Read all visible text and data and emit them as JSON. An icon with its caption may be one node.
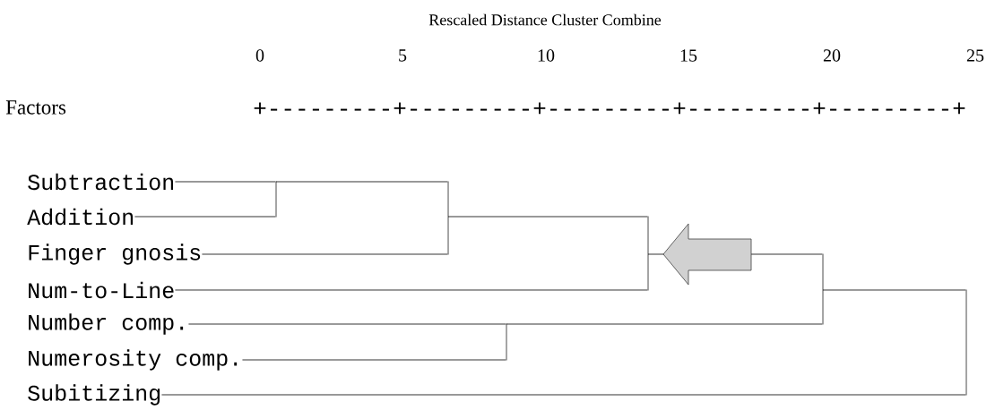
{
  "diagram": {
    "nodes": [
      {
        "text": [
          "Subtraction"
        ]
      },
      {
        "text": [
          "Addition"
        ]
      },
      {
        "text": [
          "Finger gnosis"
        ]
      },
      {
        "text": [
          "Num-to-Line"
        ]
      },
      {
        "text": [
          "Number comp."
        ]
      },
      {
        "text": [
          "Numerosity comp."
        ]
      },
      {
        "text": [
          "Subitizing"
        ]
      },
      {
        "text": [],
        "shape": "bar"
      },
      {
        "text": [],
        "shape": "bar"
      },
      {
        "text": [],
        "shape": "bar"
      },
      {
        "text": [],
        "shape": "bar"
      },
      {
        "text": [],
        "shape": "bar"
      },
      {
        "text": [],
        "shape": "bar"
      }
    ],
    "edges": [
      {
        "from": 0,
        "to": 7,
        "arrow": "none"
      },
      {
        "from": 1,
        "to": 7,
        "arrow": "none"
      },
      {
        "from": 7,
        "to": 8,
        "arrow": "none"
      },
      {
        "from": 2,
        "to": 8,
        "arrow": "none"
      },
      {
        "from": 8,
        "to": 9,
        "arrow": "none"
      },
      {
        "from": 3,
        "to": 9,
        "arrow": "none"
      },
      {
        "from": 9,
        "to": 11,
        "arrow": "none"
      },
      {
        "from": 4,
        "to": 10,
        "arrow": "none"
      },
      {
        "from": 5,
        "to": 10,
        "arrow": "none"
      },
      {
        "from": 10,
        "to": 11,
        "arrow": "none"
      },
      {
        "from": 11,
        "to": 12,
        "arrow": "none"
      },
      {
        "from": 6,
        "to": 12,
        "arrow": "none"
      }
    ],
    "labels": [
      "Rescaled Distance Cluster Combine",
      "0",
      "5",
      "10",
      "15",
      "20",
      "25",
      "Factors",
      "+---------+---------+---------+---------+---------+"
    ]
  }
}
